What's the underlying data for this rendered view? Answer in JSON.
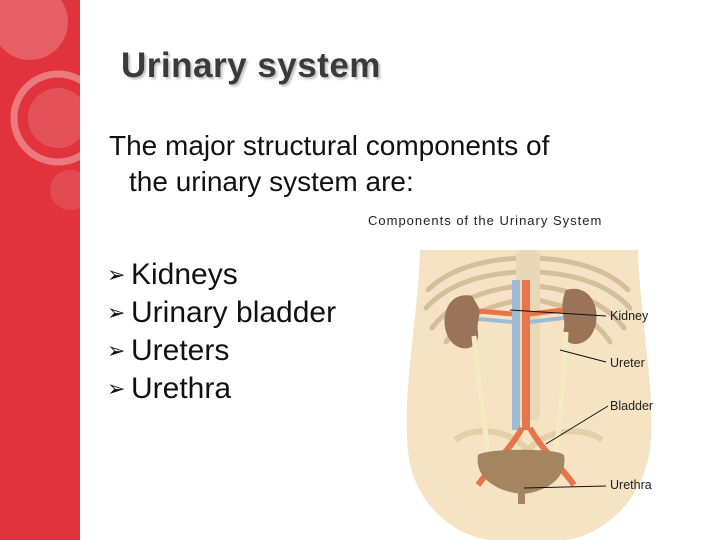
{
  "slide": {
    "title": "Urinary system",
    "intro_line1": "The major structural components of",
    "intro_line2": "the urinary system are:",
    "bullet_icon": "arrow-bullet-icon",
    "bullets": [
      "Kidneys",
      "Urinary bladder",
      "Ureters",
      "Urethra"
    ]
  },
  "figure": {
    "title": "Components of the Urinary System",
    "labels": {
      "kidney": "Kidney",
      "ureter": "Ureter",
      "bladder": "Bladder",
      "urethra": "Urethra"
    }
  },
  "colors": {
    "sidebar": "#e0333c",
    "title_text": "#3b3b3b",
    "body_skin": "#f5e3c4",
    "kidney": "#9b7358",
    "vessel_red": "#e8744a",
    "bladder": "#a58460"
  }
}
